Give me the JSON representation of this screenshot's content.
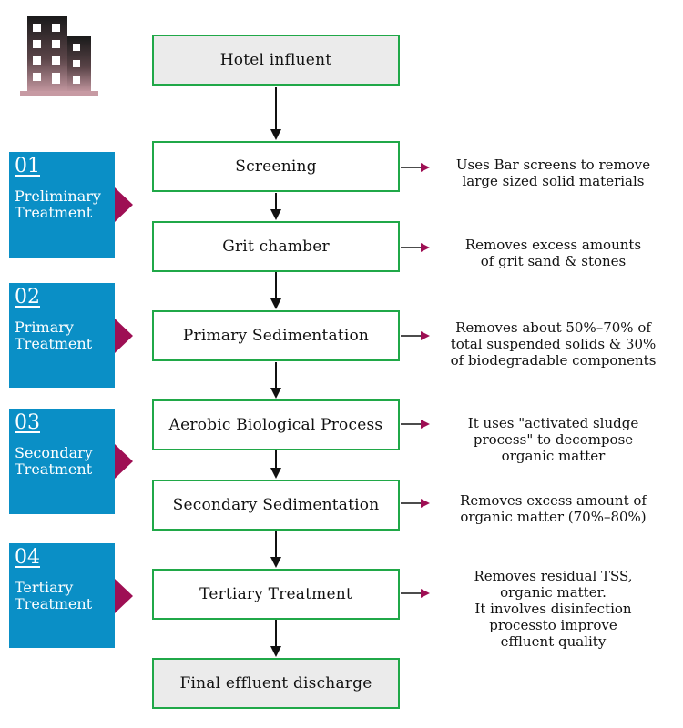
{
  "flow": {
    "influent": "Hotel influent",
    "discharge": "Final effluent discharge",
    "steps": [
      {
        "label": "Screening",
        "note": "Uses Bar screens to remove\nlarge sized solid materials"
      },
      {
        "label": "Grit chamber",
        "note": "Removes excess amounts\nof grit sand & stones"
      },
      {
        "label": "Primary Sedimentation",
        "note": "Removes about 50%–70% of\ntotal suspended solids & 30%\nof biodegradable components"
      },
      {
        "label": "Aerobic Biological Process",
        "note": "It uses \"activated sludge\nprocess\" to decompose\norganic matter"
      },
      {
        "label": "Secondary Sedimentation",
        "note": "Removes excess amount of\norganic matter (70%–80%)"
      },
      {
        "label": "Tertiary Treatment",
        "note": "Removes residual TSS,\norganic matter.\nIt involves disinfection\nprocessto improve\neffluent quality"
      }
    ]
  },
  "stages": [
    {
      "number": "01",
      "name": "Preliminary\nTreatment"
    },
    {
      "number": "02",
      "name": "Primary\nTreatment"
    },
    {
      "number": "03",
      "name": "Secondary\nTreatment"
    },
    {
      "number": "04",
      "name": "Tertiary\nTreatment"
    }
  ],
  "colors": {
    "stage_fill": "#0a8fc6",
    "stage_pointer": "#9e0f54",
    "box_border": "#20a848",
    "note_arrow": "#9e0f54",
    "building_top": "#1a1a1a",
    "building_bottom": "#c79aa3"
  },
  "icons": {
    "building": "building-icon"
  }
}
